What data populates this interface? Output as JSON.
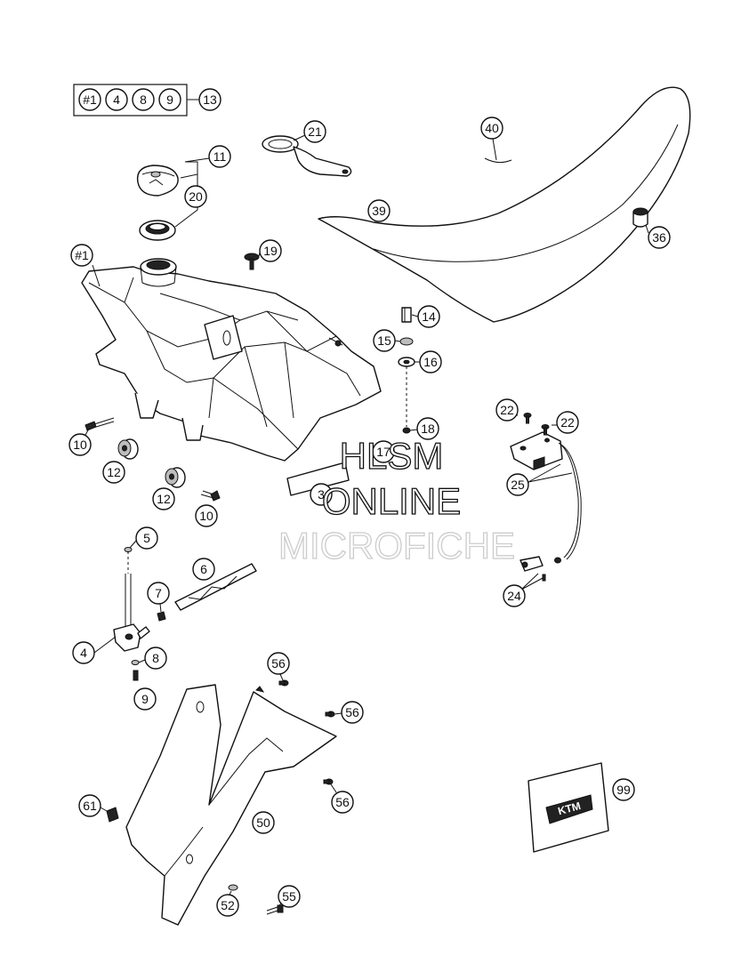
{
  "kit": {
    "items": [
      "#1",
      "4",
      "8",
      "9"
    ],
    "result": "13"
  },
  "callouts": {
    "c1": "#1",
    "c3": "3",
    "c4": "4",
    "c5": "5",
    "c6": "6",
    "c7": "7",
    "c8": "8",
    "c9": "9",
    "c10a": "10",
    "c10b": "10",
    "c11": "11",
    "c12a": "12",
    "c12b": "12",
    "c14": "14",
    "c15": "15",
    "c16": "16",
    "c17": "17",
    "c18": "18",
    "c19": "19",
    "c20": "20",
    "c21": "21",
    "c22a": "22",
    "c22b": "22",
    "c24": "24",
    "c25": "25",
    "c36": "36",
    "c39": "39",
    "c40": "40",
    "c50": "50",
    "c52": "52",
    "c55": "55",
    "c56a": "56",
    "c56b": "56",
    "c56c": "56",
    "c61": "61",
    "c99": "99"
  },
  "watermark": {
    "line1": "HLSM",
    "line2": "ONLINE",
    "line3": "MICROFICHE",
    "color": "#cccccc"
  },
  "sticker": {
    "brand": "KTM"
  }
}
